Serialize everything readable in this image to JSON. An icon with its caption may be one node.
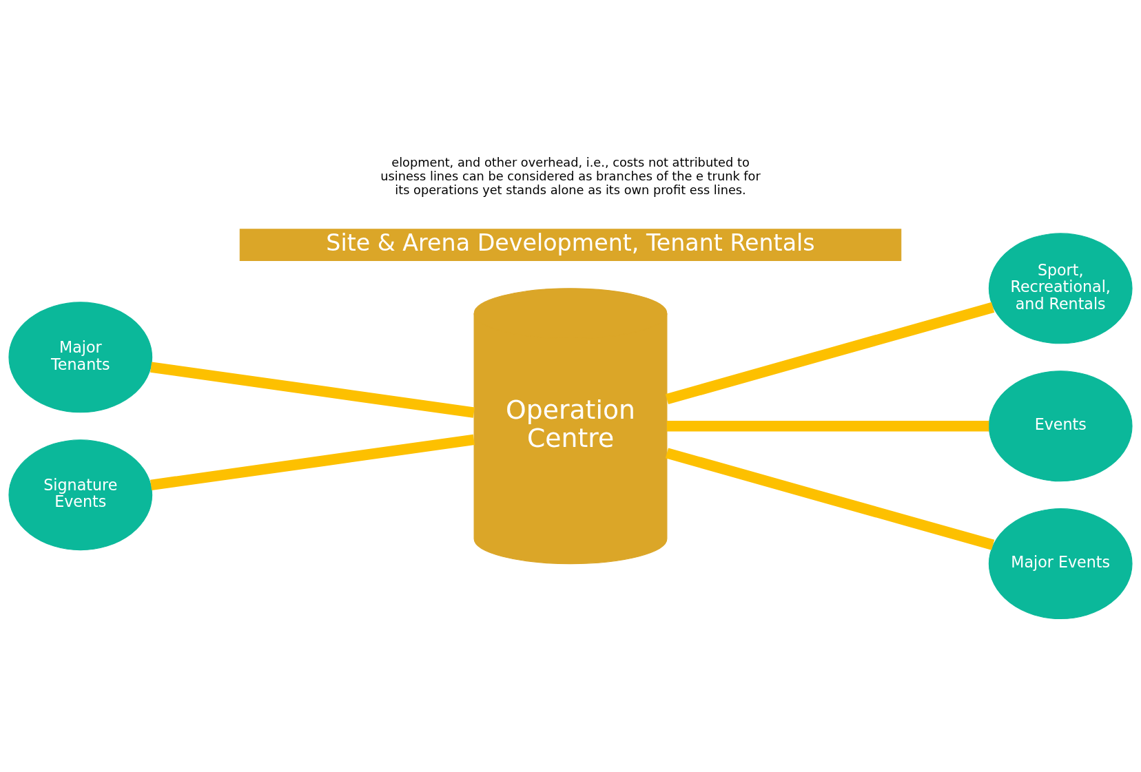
{
  "diagram": {
    "nodes": [
      {
        "text": [
          "Operation Centre"
        ]
      },
      {
        "text": [
          "Major Tenants"
        ]
      },
      {
        "text": [
          "Signature Events"
        ]
      },
      {
        "text": [
          "Sport, Recreational, and Rentals"
        ]
      },
      {
        "text": [
          "Events"
        ]
      },
      {
        "text": [
          "Major Events"
        ]
      },
      {
        "text": [
          "Site & Arena Development, Tenant Rentals"
        ]
      }
    ],
    "edges": [
      {
        "from": 1,
        "to": 0,
        "arrow": "none"
      },
      {
        "from": 2,
        "to": 0,
        "arrow": "none"
      },
      {
        "from": 0,
        "to": 3,
        "arrow": "none"
      },
      {
        "from": 0,
        "to": 4,
        "arrow": "none"
      },
      {
        "from": 0,
        "to": 5,
        "arrow": "none"
      }
    ],
    "labels": [
      "elopment, and other overhead, i.e., costs not attributed to usiness lines can be considered as branches of the e trunk for its operations yet stands alone as its own profit ess lines."
    ]
  }
}
